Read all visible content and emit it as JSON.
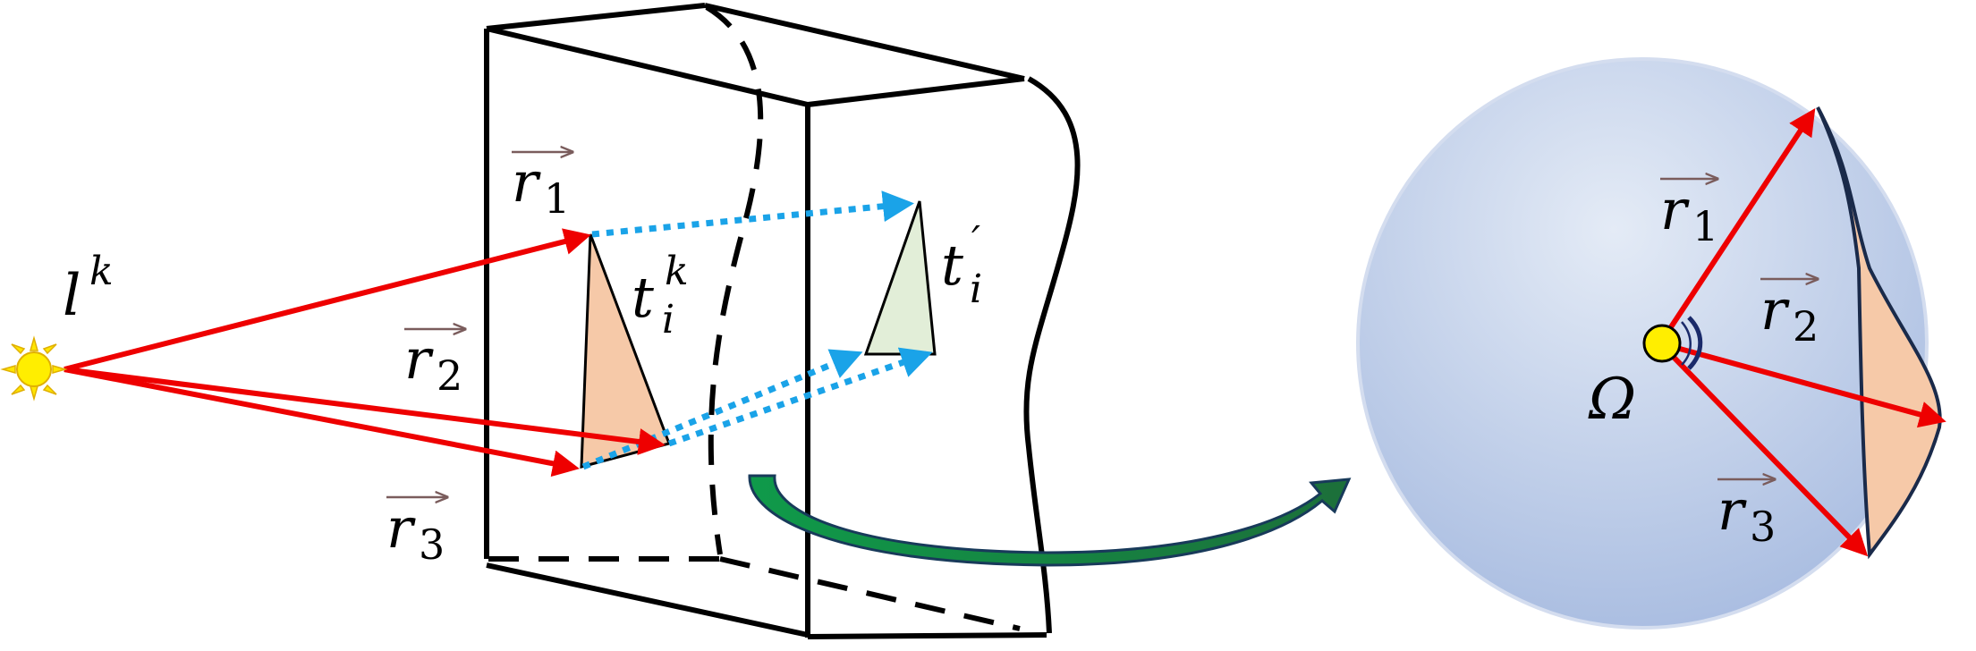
{
  "labels": {
    "light": {
      "base": "l",
      "sup": "k"
    },
    "ray1": {
      "base": "r",
      "sub": "1"
    },
    "ray2": {
      "base": "r",
      "sub": "2"
    },
    "ray3": {
      "base": "r",
      "sub": "3"
    },
    "triangle": {
      "base": "t",
      "sub": "i",
      "sup": "k"
    },
    "projected": {
      "base": "t",
      "sub": "i",
      "sup": "′"
    },
    "sphere_ray1": {
      "base": "r",
      "sub": "1"
    },
    "sphere_ray2": {
      "base": "r",
      "sub": "2"
    },
    "sphere_ray3": {
      "base": "r",
      "sub": "3"
    },
    "solid_angle": "Ω"
  },
  "colors": {
    "ray": "#ee0000",
    "projection": "#1aa3e8",
    "triangle_fill": "#f6c9a8",
    "projected_fill": "#e2eed8",
    "sun": "#ffee00",
    "sphere_top": "#dde6f3",
    "sphere_bottom": "#a9bde0",
    "curved_arrow": "#1b8a4a"
  },
  "icons": {
    "light_source": "sun-icon",
    "sphere_center": "point-icon"
  }
}
